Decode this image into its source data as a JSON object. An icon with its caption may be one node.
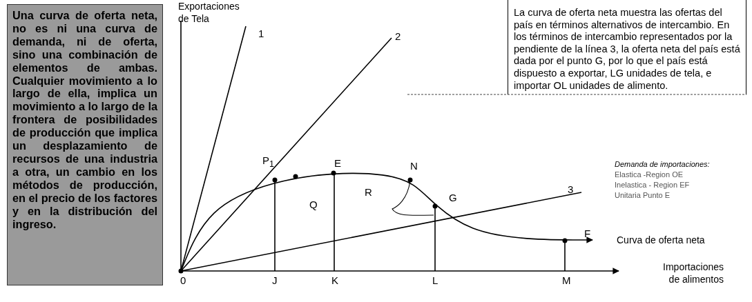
{
  "diagram": {
    "nodes": [
      {
        "text": [
          "Una curva de oferta neta, no es ni una curva de demanda, ni de oferta, sino una combinación de elementos de ambas. Cualquier movimiento a lo largo de ella, implica un movimiento a lo largo de la frontera de posibilidades de producción que implica un desplazamiento de recursos de una industria a otra, un cambio en los métodos de producción, en el precio de los factores y en la distribución del ingreso."
        ]
      },
      {
        "text": [
          "La curva de oferta neta muestra las ofertas del país en términos alternativos de intercambio. En los términos de intercambio representados por la pendiente de la línea 3, la oferta neta del país está dada por el punto G, por lo que el país está dispuesto a exportar, LG unidades de tela, e importar OL unidades de alimento."
        ]
      }
    ],
    "labels": [
      "Exportaciones de Tela",
      "1",
      "2",
      "3",
      "P$_{1}$",
      "E",
      "N",
      "G",
      "Q",
      "R",
      "F",
      "Demanda de importaciones:",
      "Elastica -Region OE",
      "Inelastica - Region EF",
      "Unitaria Punto E",
      "Curva de oferta neta",
      "Importaciones de alimentos",
      "0",
      "J",
      "K",
      "L",
      "M"
    ]
  }
}
